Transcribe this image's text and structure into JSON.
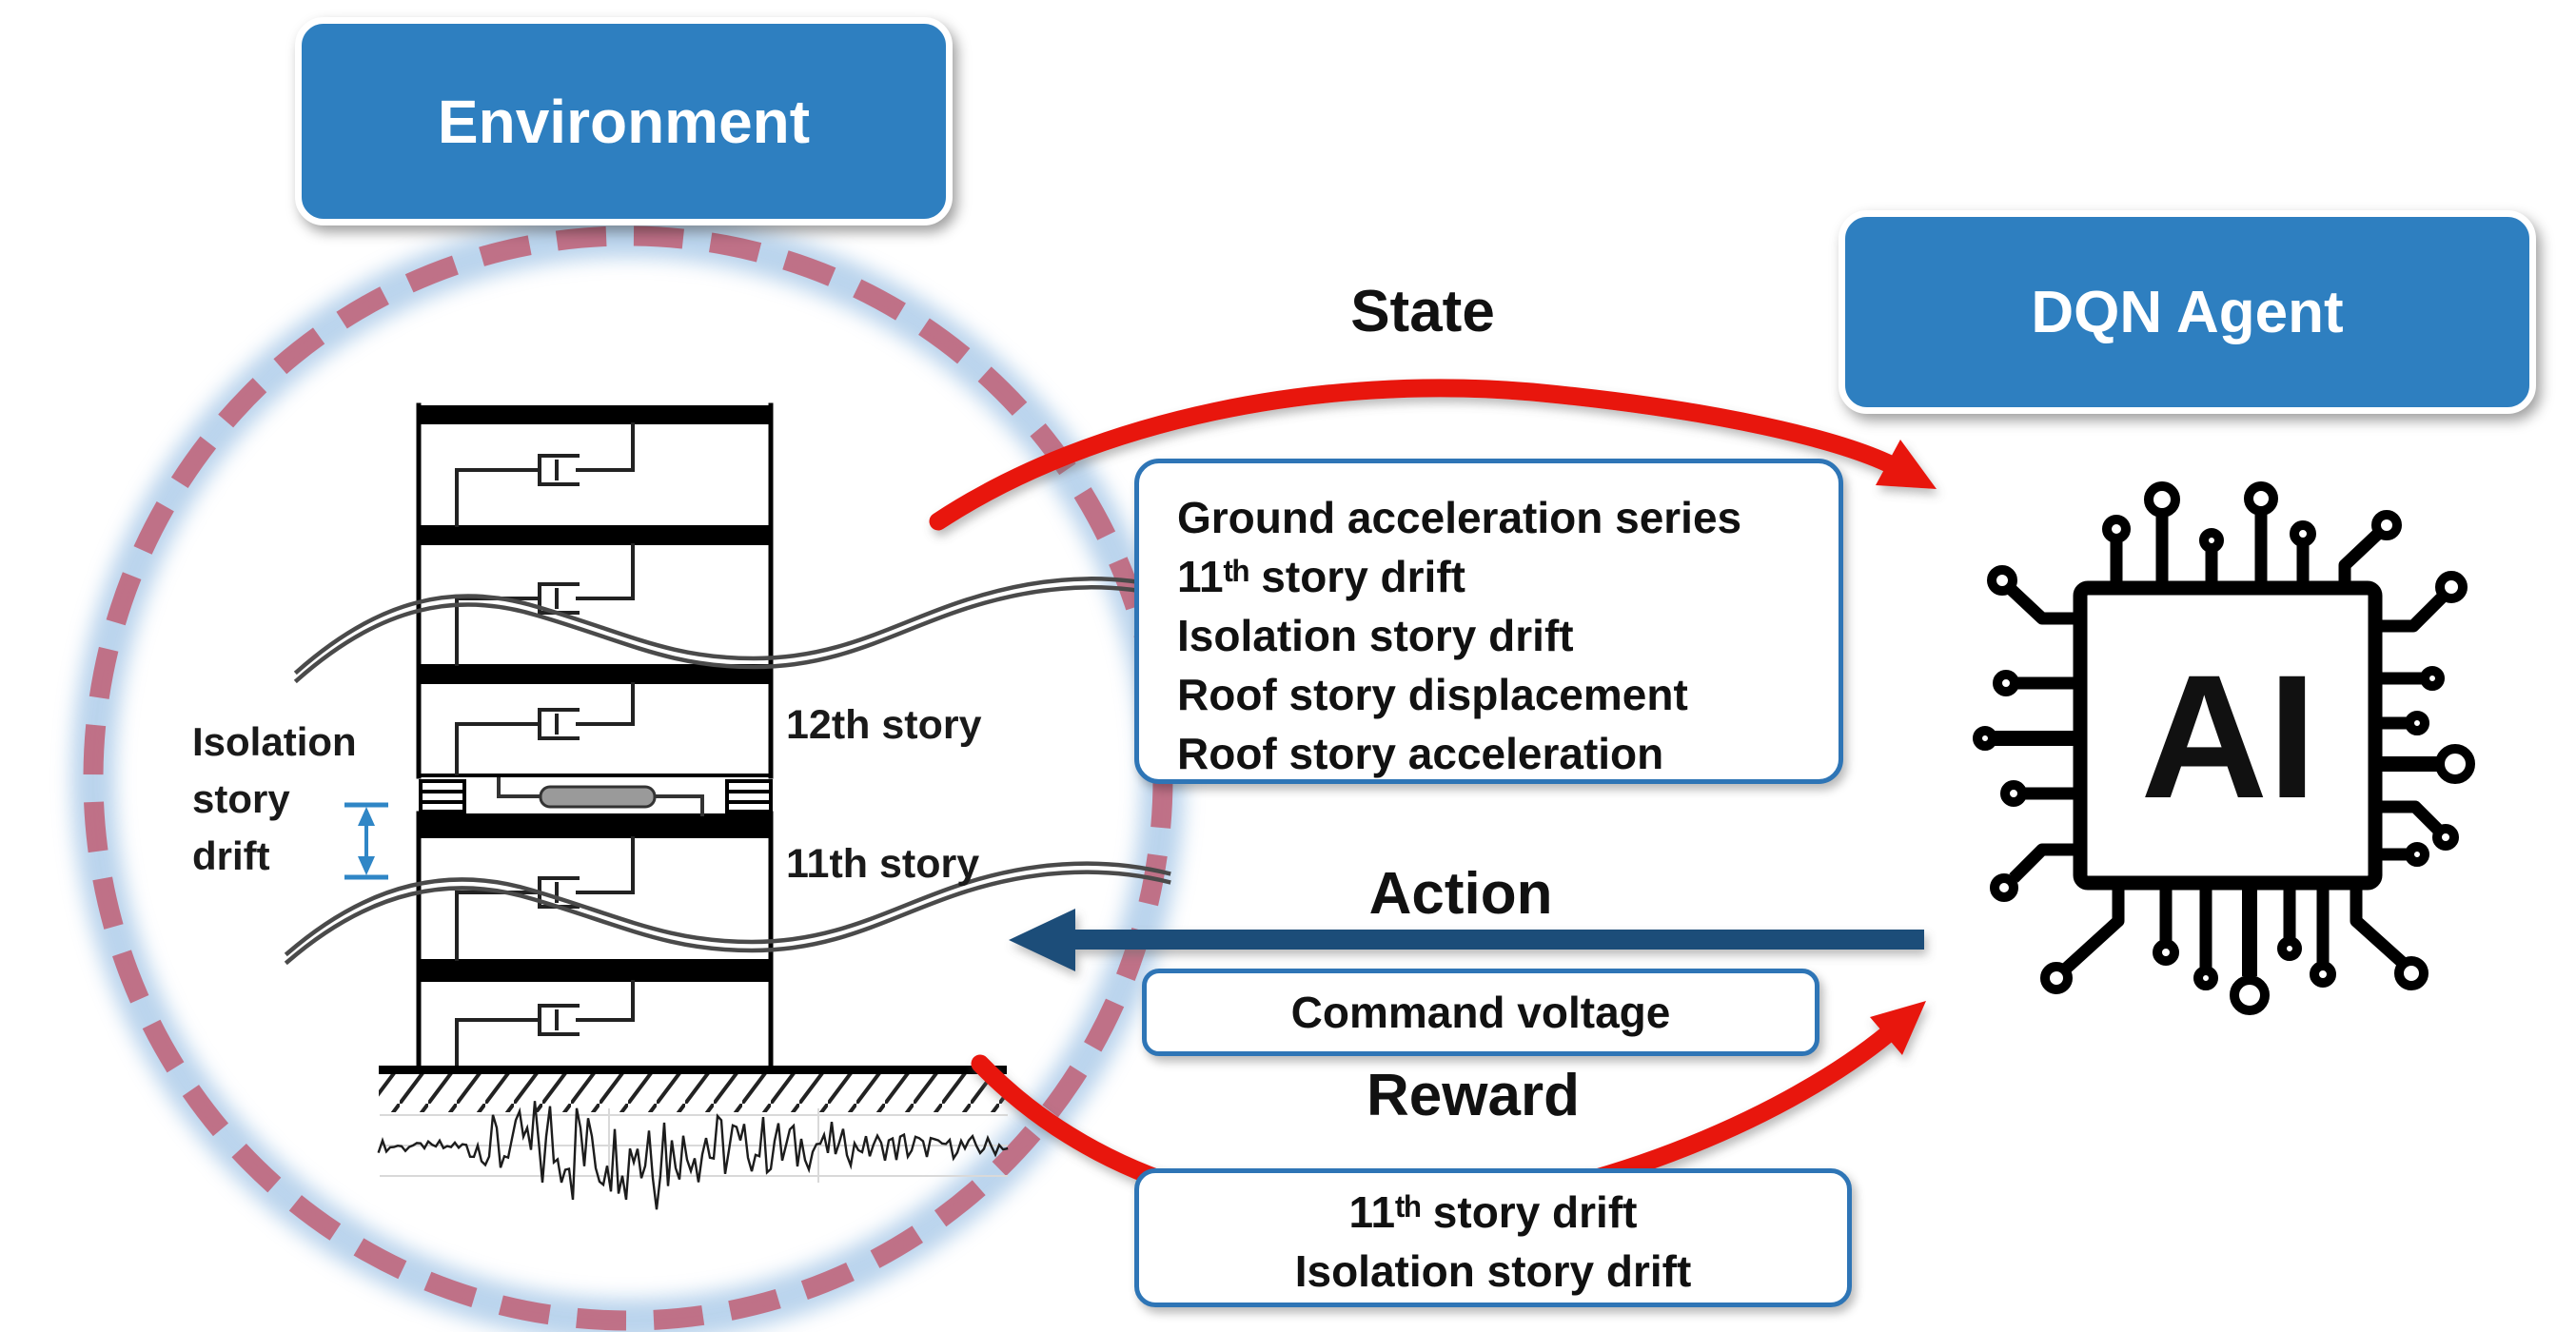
{
  "environment": {
    "label": "Environment"
  },
  "agent": {
    "label": "DQN Agent",
    "chip_text": "AI"
  },
  "state": {
    "title": "State",
    "items": [
      "Ground acceleration series",
      "11ᵗʰ story drift",
      "Isolation story drift",
      "Roof story displacement",
      "Roof story acceleration"
    ]
  },
  "action": {
    "title": "Action",
    "box_label": "Command voltage"
  },
  "reward": {
    "title": "Reward",
    "items": [
      "11ᵗʰ story drift",
      "Isolation story drift"
    ]
  },
  "building": {
    "story12_label": "12th story",
    "story11_label": "11th story",
    "isolation_lines": [
      "Isolation",
      "story",
      "drift"
    ]
  },
  "colors": {
    "pill_blue": "#2E7FC0",
    "box_border_blue": "#2E75B6",
    "arrow_red": "#E8140E",
    "arrow_navy": "#1F4E79",
    "dash_rose": "#C05A70",
    "glow_blue": "#A9C9E8",
    "dimension_blue": "#2F86C6"
  }
}
